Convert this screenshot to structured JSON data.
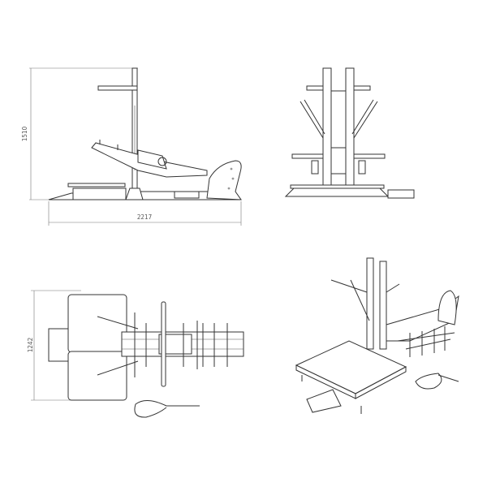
{
  "drawing": {
    "views": [
      {
        "name": "side-view",
        "dimension_label": "2217",
        "height_label": "1510"
      },
      {
        "name": "front-view"
      },
      {
        "name": "top-view",
        "dimension_label": "1242"
      },
      {
        "name": "isometric-view"
      }
    ],
    "line_color": "#333333",
    "background": "#ffffff"
  }
}
